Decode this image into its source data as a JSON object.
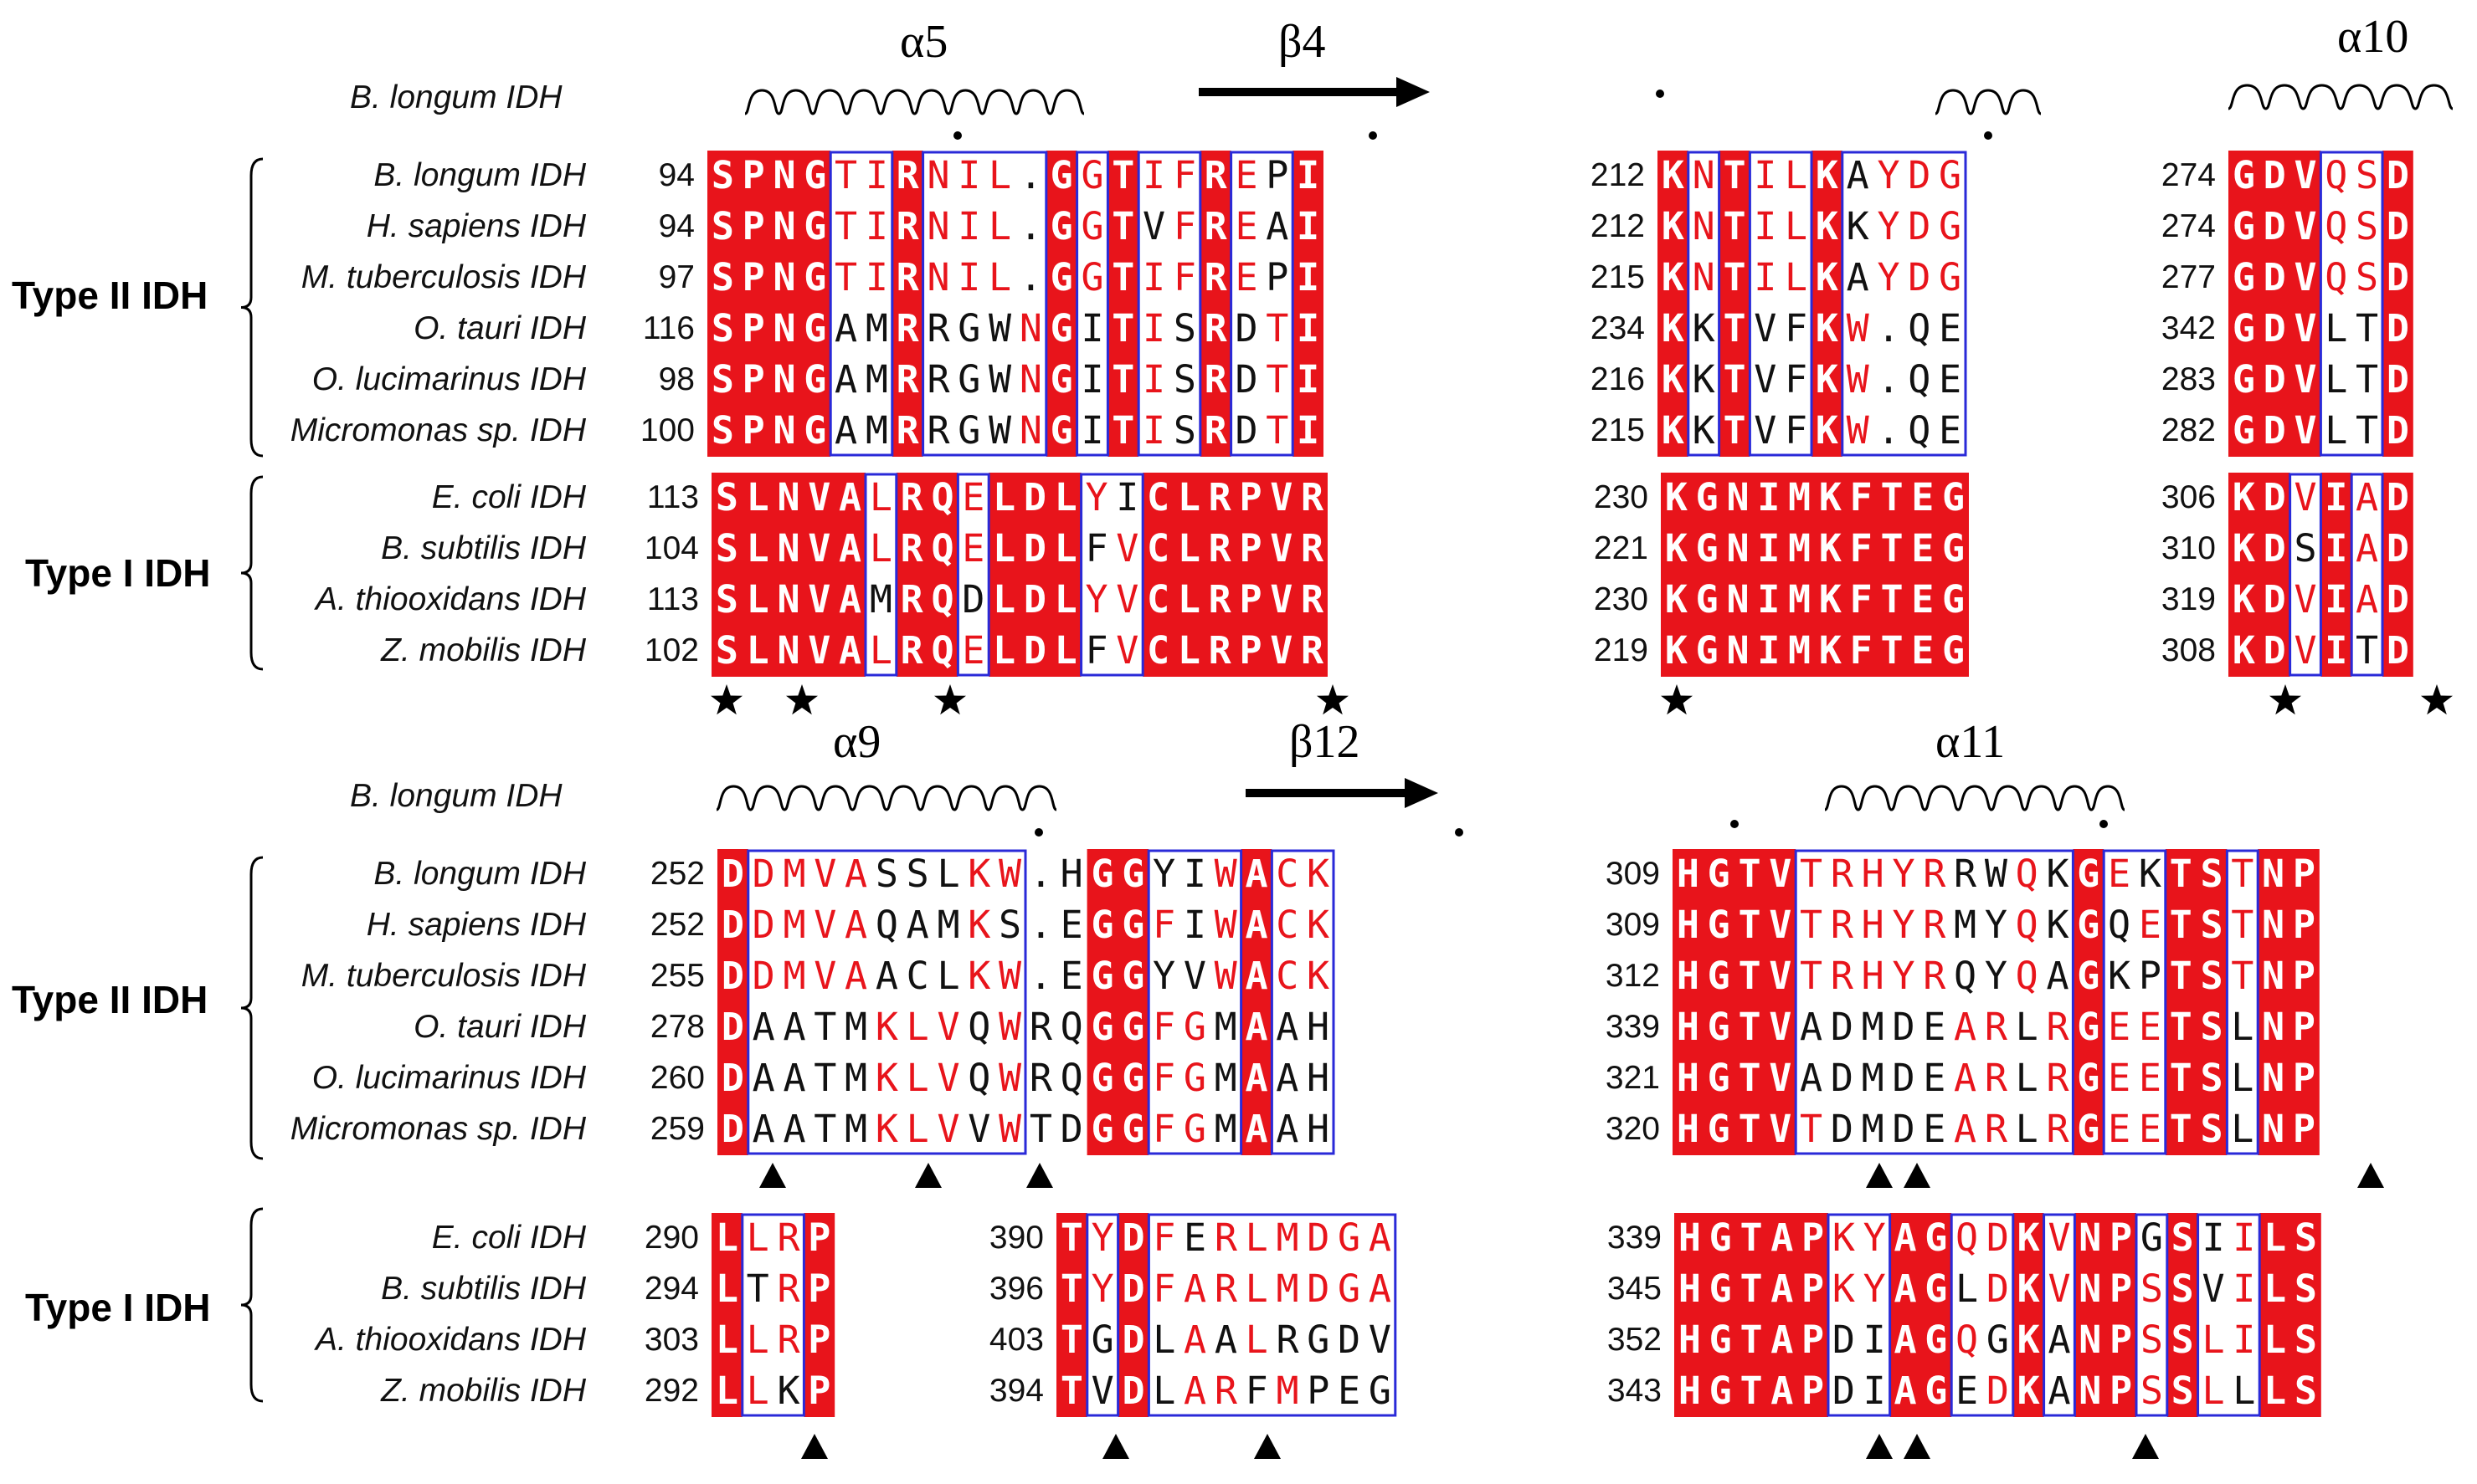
{
  "figure": {
    "top_label": "B. longum IDH",
    "type_labels": {
      "type2": "Type II IDH",
      "type1": "Type I IDH"
    },
    "structure": {
      "alpha5": "α5",
      "beta4": "β4",
      "alpha10": "α10",
      "alpha9": "α9",
      "beta12": "β12",
      "alpha11": "α11"
    }
  },
  "top": {
    "type2": {
      "species": [
        "B. longum IDH",
        "H. sapiens IDH",
        "M. tuberculosis IDH",
        "O. tauri IDH",
        "O. lucimarinus IDH",
        "Micromonas sp. IDH"
      ],
      "blocks": [
        {
          "nums": [
            "94",
            "94",
            "97",
            "116",
            "98",
            "100"
          ],
          "seqs": [
            "SPNGTIRNIL.GGTIFREPI",
            "SPNGTIRNIL.GGTVFREAI",
            "SPNGTIRNIL.GGTIFREPI",
            "SPNGAMRRGWNGITISRDTI",
            "SPNGAMRRGWNGITISRDTI",
            "SPNGAMRRGWNGITISRDTI"
          ]
        },
        {
          "nums": [
            "212",
            "212",
            "215",
            "234",
            "216",
            "215"
          ],
          "seqs": [
            "KNTILKAYDG",
            "KNTILKKYDG",
            "KNTILKAYDG",
            "KKTVFKW.QE",
            "KKTVFKW.QE",
            "KKTVFKW.QE"
          ]
        },
        {
          "nums": [
            "274",
            "274",
            "277",
            "342",
            "283",
            "282"
          ],
          "seqs": [
            "GDVQSD",
            "GDVQSD",
            "GDVQSD",
            "GDVLTD",
            "GDVLTD",
            "GDVLTD"
          ]
        }
      ]
    },
    "type1": {
      "species": [
        "E. coli IDH",
        "B. subtilis IDH",
        "A. thiooxidans IDH",
        "Z. mobilis IDH"
      ],
      "blocks": [
        {
          "nums": [
            "113",
            "104",
            "113",
            "102"
          ],
          "seqs": [
            "SLNVALRQELDLYICLRPVR",
            "SLNVALRQELDLFVCLRPVR",
            "SLNVAMRQDLDLYVCLRPVR",
            "SLNVALRQELDLFVCLRPVR"
          ]
        },
        {
          "nums": [
            "230",
            "221",
            "230",
            "219"
          ],
          "seqs": [
            "KGNIMKFTEG",
            "KGNIMKFTEG",
            "KGNIMKFTEG",
            "KGNIMKFTEG"
          ]
        },
        {
          "nums": [
            "306",
            "310",
            "319",
            "308"
          ],
          "seqs": [
            "KDVIAD",
            "KDSIAD",
            "KDVIAD",
            "KDVITD"
          ]
        }
      ]
    }
  },
  "bottom": {
    "type2": {
      "species": [
        "B. longum IDH",
        "H. sapiens IDH",
        "M. tuberculosis IDH",
        "O. tauri IDH",
        "O. lucimarinus IDH",
        "Micromonas sp. IDH"
      ],
      "blocks": [
        {
          "nums": [
            "252",
            "252",
            "255",
            "278",
            "260",
            "259"
          ],
          "seqs": [
            "DDMVASSLKW.HGGYIWACK",
            "DDMVAQAMKS.EGGFIWACK",
            "DDMVAACLKW.EGGYVWACK",
            "DAATMKLVQWRQGGFGMAAH",
            "DAATMKLVQWRQGGFGMAAH",
            "DAATMKLVVWTDGGFGMAAH"
          ]
        },
        {
          "nums": [
            "309",
            "309",
            "312",
            "339",
            "321",
            "320"
          ],
          "seqs": [
            "HGTVTRHYRRWQKGEKTSTNP",
            "HGTVTRHYRMYQKGQETSTNP",
            "HGTVTRHYRQYQAGKPTSTNP",
            "HGTVADMDEARLRGEETSLNP",
            "HGTVADMDEARLRGEETSLNP",
            "HGTVTDMDEARLRGEETSLNP"
          ]
        }
      ]
    },
    "type1": {
      "species": [
        "E. coli IDH",
        "B. subtilis IDH",
        "A. thiooxidans IDH",
        "Z. mobilis IDH"
      ],
      "blocks": [
        {
          "nums": [
            "290",
            "294",
            "303",
            "292"
          ],
          "seqs": [
            "LLRP",
            "LTRP",
            "LLRP",
            "LLKP"
          ]
        },
        {
          "nums": [
            "390",
            "396",
            "403",
            "394"
          ],
          "seqs": [
            "TYDFERLMDGA",
            "TYDFARLMDGA",
            "TGDLAALRGDV",
            "TVDLARFMPEG"
          ]
        },
        {
          "nums": [
            "339",
            "345",
            "352",
            "343"
          ],
          "seqs": [
            "HGTAPKYAGQDKVNPGSIILS",
            "HGTAPKYAGLDKVNPSSVILS",
            "HGTAPDIAGQGKANPSSLILS",
            "HGTAPDIAGEDKANPSSLLLS"
          ]
        }
      ]
    }
  },
  "colors": {
    "conserved_bg": "#e8141b",
    "similar_text": "#e8141b",
    "box_border": "#2a2ad8",
    "plain_text": "#111111"
  },
  "icons": {
    "star": "★",
    "triangle": "▲",
    "dot": "•"
  }
}
